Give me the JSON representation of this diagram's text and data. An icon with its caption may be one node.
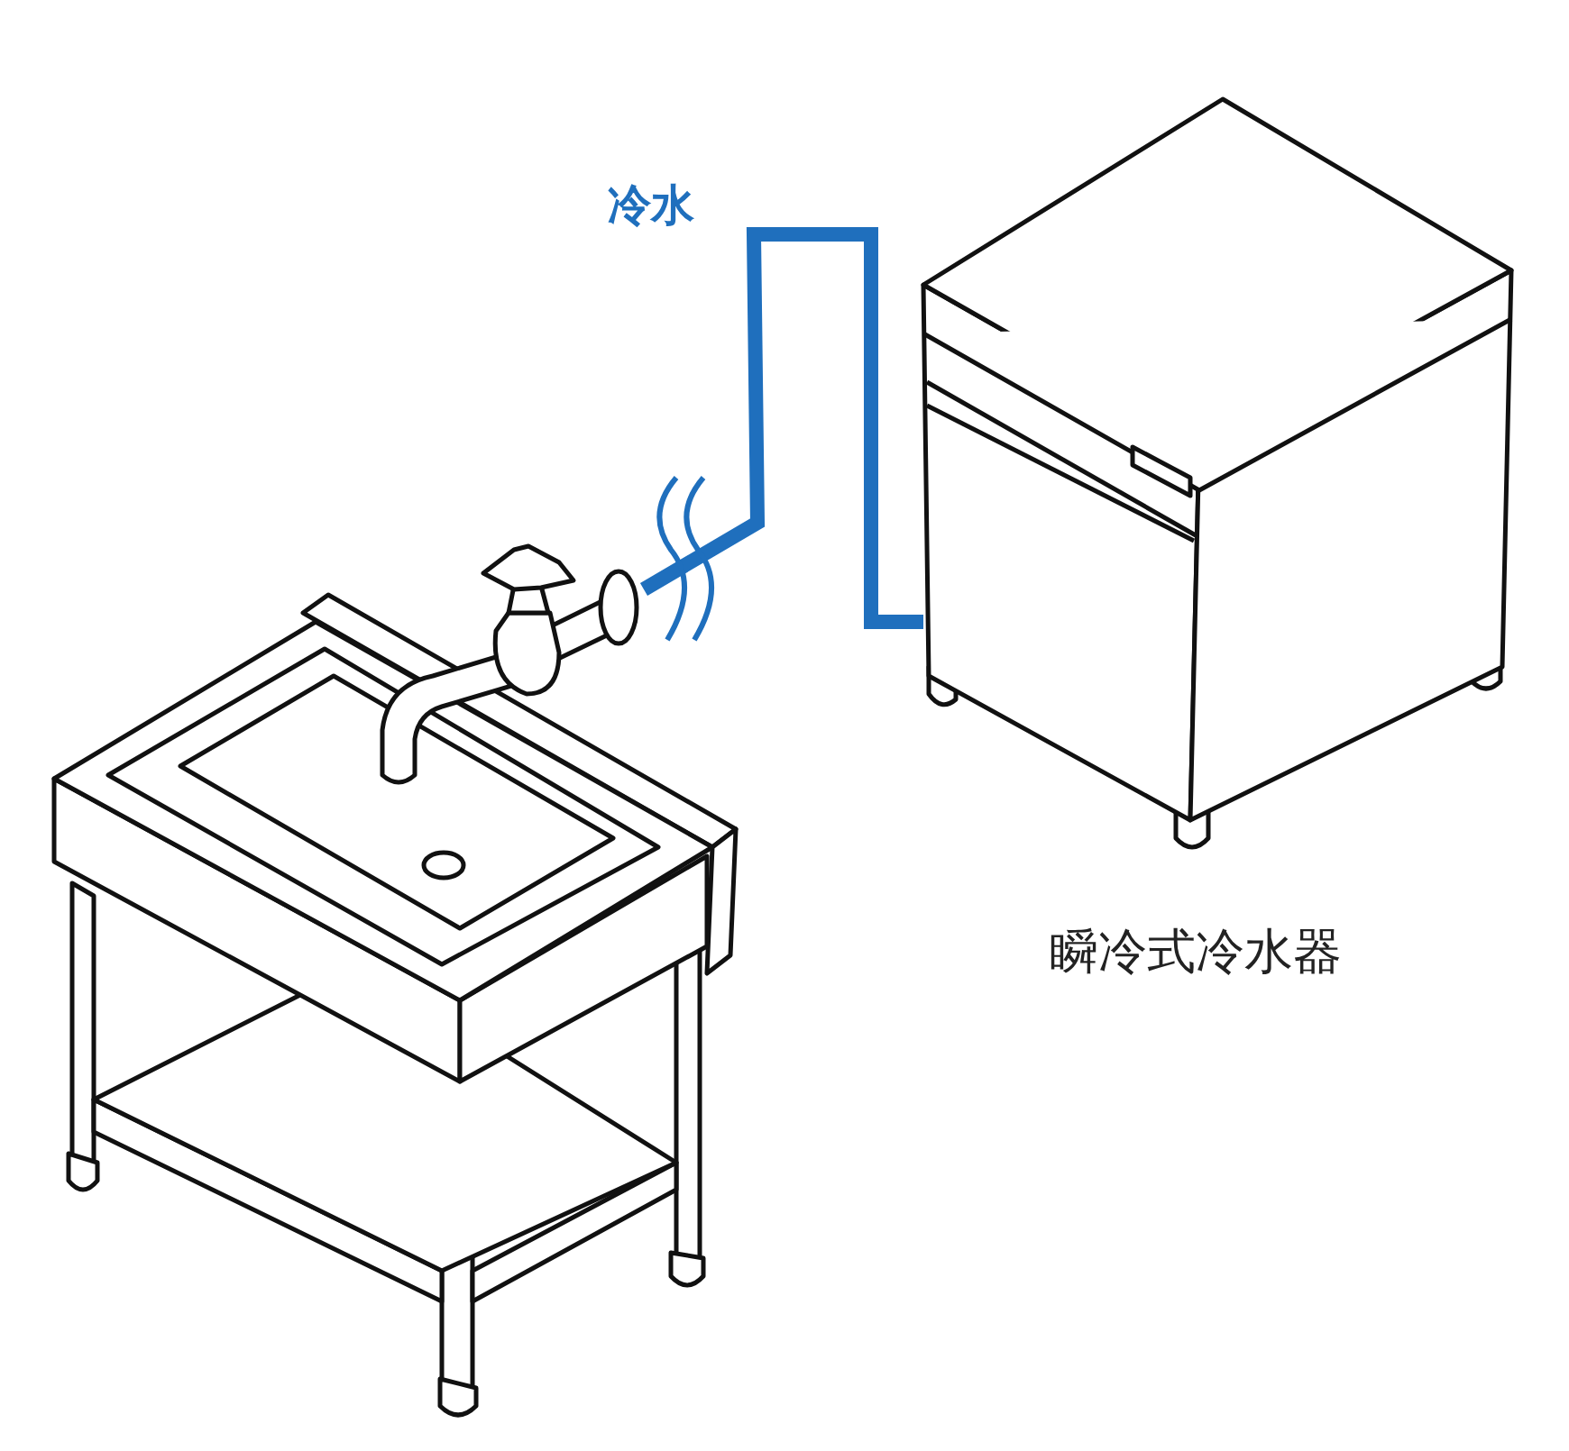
{
  "diagram": {
    "nodes": [
      {
        "text": [],
        "shape": "picture"
      },
      {
        "text": [],
        "shape": "picture",
        "beside": [
          "瞬冷式冷水器"
        ]
      }
    ],
    "edges": [
      {
        "from": 0,
        "to": 1,
        "arrow": "none",
        "label": "冷水",
        "color": "#1f6fbd"
      }
    ]
  }
}
